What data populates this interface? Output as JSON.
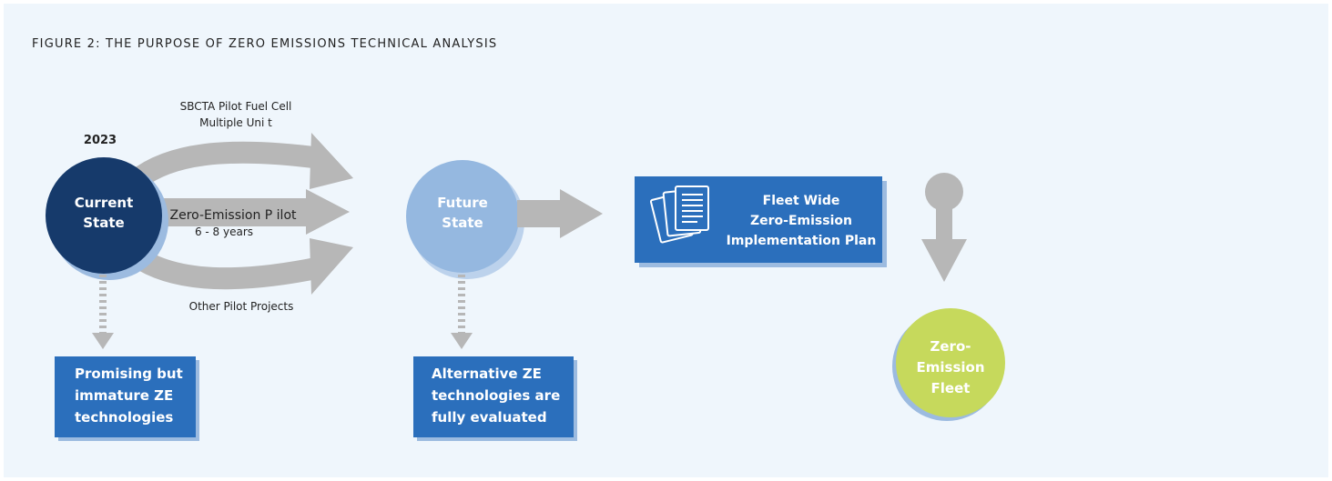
{
  "figure": {
    "title": "FIGURE 2: THE PURPOSE OF ZERO EMISSIONS TECHNICAL ANALYSIS"
  },
  "current_state": {
    "year": "2023",
    "label_line1": "Current",
    "label_line2": "State"
  },
  "pathways": {
    "top_line1": "SBCTA Pilot Fuel Cell",
    "top_line2": "Multiple Uni t",
    "middle_line1": "Zero-Emission P ilot",
    "middle_line2": "6 - 8 years",
    "bottom": "Other Pilot Projects"
  },
  "future_state": {
    "label_line1": "Future",
    "label_line2": "State"
  },
  "plan": {
    "line1": "Fleet Wide",
    "line2": "Zero-Emission",
    "line3": "Implementation Plan"
  },
  "fleet": {
    "line1": "Zero-",
    "line2": "Emission",
    "line3": "Fleet"
  },
  "promising_box": {
    "line1": "Promising but",
    "line2": "immature ZE",
    "line3": "technologies"
  },
  "alternative_box": {
    "line1": "Alternative ZE",
    "line2": "technologies are",
    "line3": "fully evaluated"
  },
  "colors": {
    "background": "#eff6fc",
    "current_state": "#163a6b",
    "future_state": "#95b8e0",
    "box_blue": "#2b6fbc",
    "box_shadow": "#9cbbe0",
    "fleet_green": "#c6d95c",
    "arrow_gray": "#b7b7b7"
  }
}
